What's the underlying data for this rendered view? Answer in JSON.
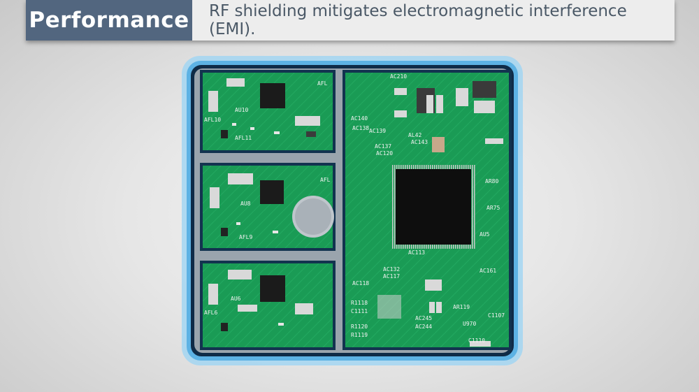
{
  "header": {
    "title": "Performance",
    "subtitle": "RF shielding mitigates electromagnetic interference (EMI)."
  },
  "colors": {
    "banner_title_bg": "#52667f",
    "banner_sub_bg": "#ededed",
    "pcb_green": "#1a9b55",
    "shield_glow": "#7fc3ea",
    "shield_border": "#0d2a4a"
  },
  "board": {
    "top_modules": [
      {
        "labels": [
          "AU10",
          "AFL11",
          "AFL10",
          "AFL"
        ]
      },
      {
        "labels": [
          "AU8",
          "AFL9",
          "AFL"
        ]
      },
      {
        "labels": [
          "AU6",
          "AFL6"
        ]
      }
    ],
    "main_labels": [
      "AC210",
      "AC140",
      "AC138",
      "AC139",
      "AC137",
      "AC120",
      "AL42",
      "AC143",
      "AC113",
      "AC132",
      "AC117",
      "AC118",
      "AR80",
      "AR75",
      "AU5",
      "AC161",
      "AR119",
      "AC245",
      "AC244",
      "R1118",
      "C1111",
      "R1120",
      "R1119",
      "U970",
      "C1110",
      "C1107"
    ]
  }
}
